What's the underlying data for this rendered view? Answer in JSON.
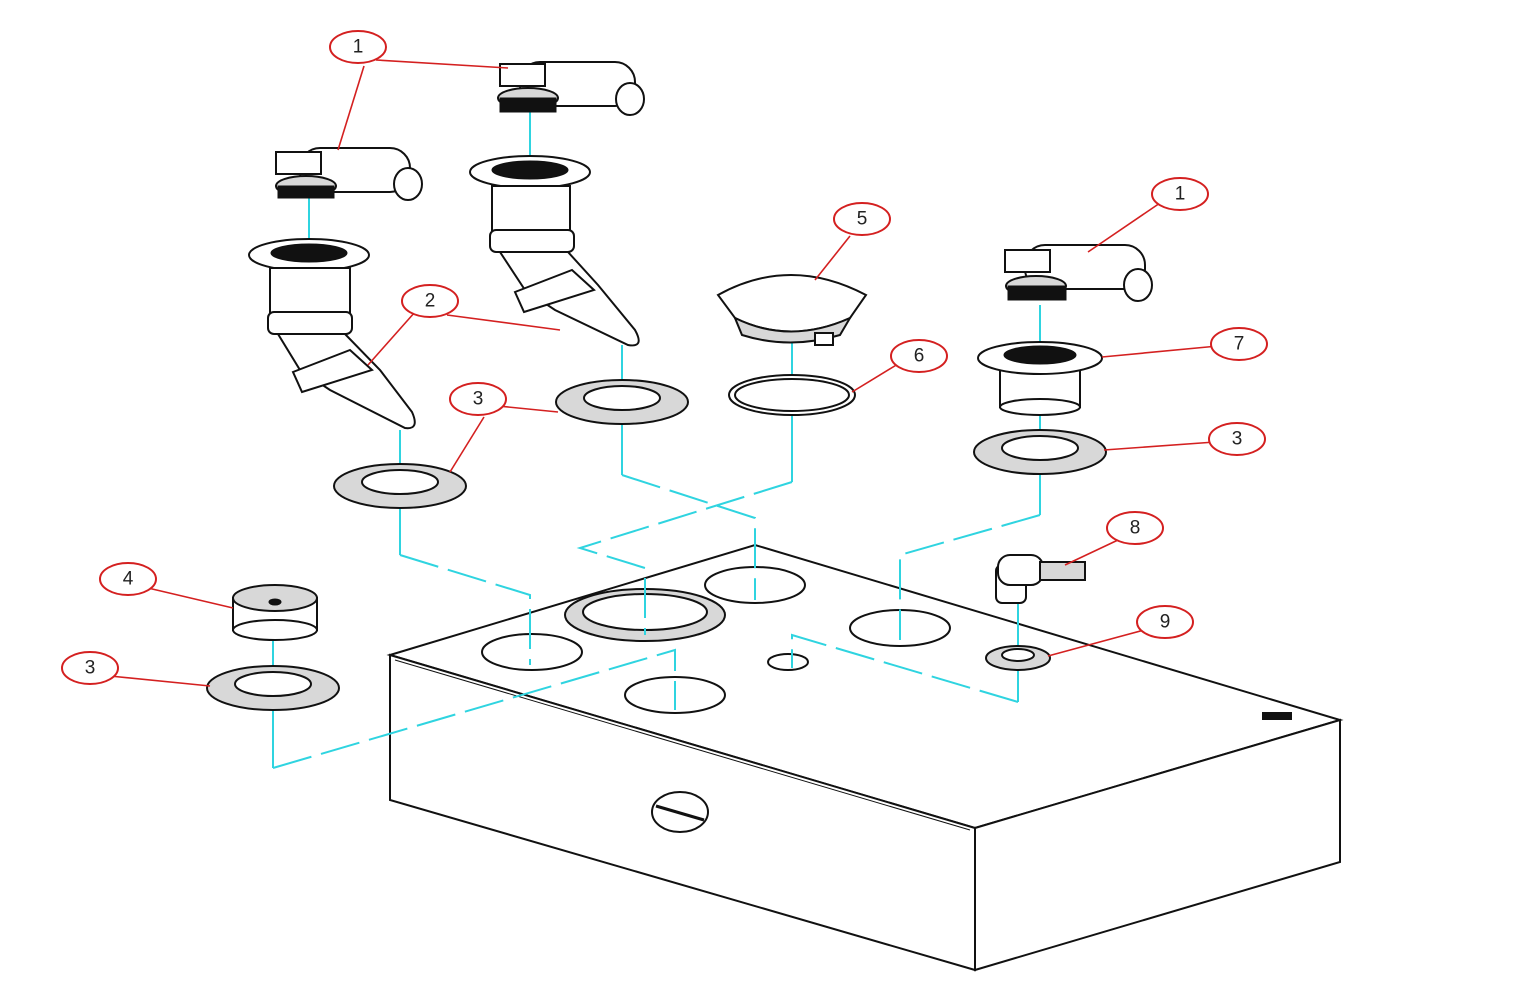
{
  "diagram": {
    "type": "exploded-assembly-drawing",
    "callouts": {
      "1": {
        "label": "1"
      },
      "2": {
        "label": "2"
      },
      "3": {
        "label": "3"
      },
      "4": {
        "label": "4"
      },
      "5": {
        "label": "5"
      },
      "6": {
        "label": "6"
      },
      "7": {
        "label": "7"
      },
      "8": {
        "label": "8"
      },
      "9": {
        "label": "9"
      }
    },
    "colors": {
      "callout": "#d42020",
      "centerline": "#2fd4e0",
      "outline": "#111111"
    }
  }
}
